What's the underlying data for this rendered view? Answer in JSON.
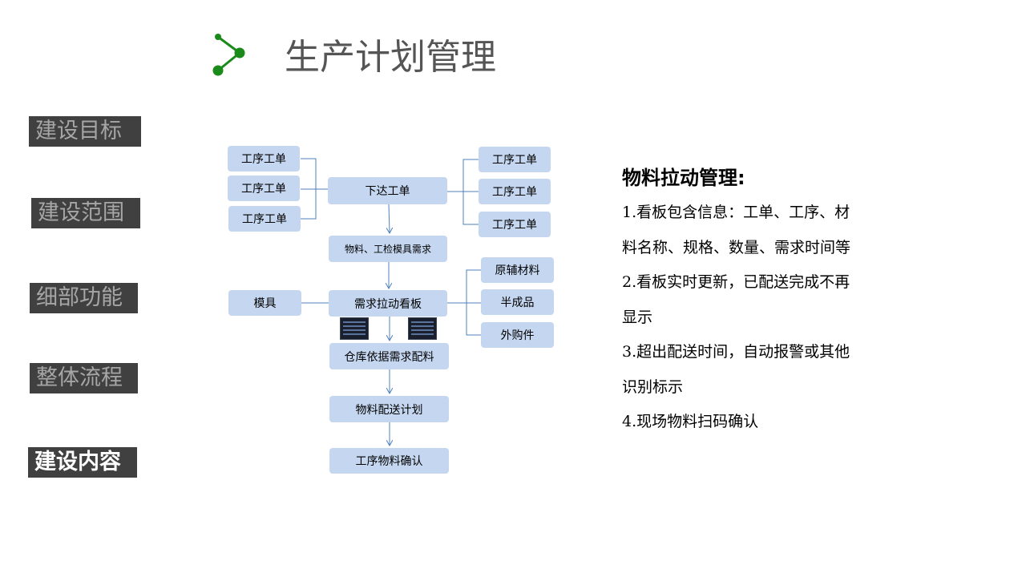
{
  "header": {
    "title": "生产计划管理"
  },
  "sidebar": {
    "items": [
      {
        "label": "建设目标",
        "active": false
      },
      {
        "label": "建设范围",
        "active": false
      },
      {
        "label": "细部功能",
        "active": false
      },
      {
        "label": "整体流程",
        "active": false
      },
      {
        "label": "建设内容",
        "active": true
      }
    ]
  },
  "diagram": {
    "nodes": {
      "left_1": "工序工单",
      "left_2": "工序工单",
      "left_3": "工序工单",
      "issue": "下达工单",
      "right_1": "工序工单",
      "right_2": "工序工单",
      "right_3": "工序工单",
      "demand": "物料、工检模具需求",
      "mold": "模具",
      "kanban": "需求拉动看板",
      "raw": "原辅材料",
      "semi": "半成品",
      "purchased": "外购件",
      "warehouse": "仓库依据需求配料",
      "plan": "物料配送计划",
      "confirm": "工序物料确认"
    }
  },
  "info": {
    "title": "物料拉动管理:",
    "lines": [
      "1.看板包含信息：工单、工序、材",
      "料名称、规格、数量、需求时间等",
      "2.看板实时更新，已配送完成不再",
      "显示",
      "3.超出配送时间，自动报警或其他",
      "识别标示",
      "4.现场物料扫码确认"
    ]
  },
  "colors": {
    "accent": "#1a8a1a",
    "node_fill": "#c5d7f0",
    "connector": "#4f81bd",
    "sidebar_bg": "#404040"
  }
}
